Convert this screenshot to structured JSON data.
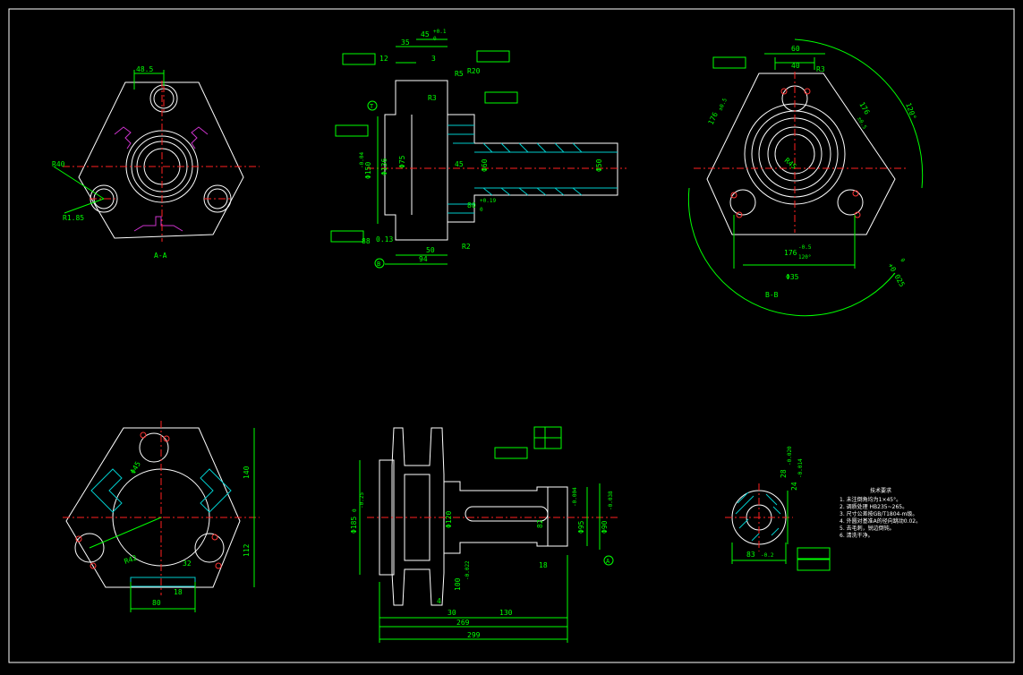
{
  "colors": {
    "background": "#000000",
    "frame": "#ffffff",
    "outline": "#ffffff",
    "dimension": "#00ff00",
    "center": "#ff2020",
    "hatch": "#00cccc",
    "thread": "#cc33cc",
    "hole": "#ff3333"
  },
  "view1": {
    "dim_top": "48.5",
    "dim_left": "R40",
    "dim_diag": "R1.85",
    "section_label": "A-A"
  },
  "view2": {
    "dims": [
      "35",
      "45",
      "+0.1",
      "0",
      "12",
      "3",
      "R5",
      "R20",
      "Φ75",
      "Φ136",
      "Φ150",
      "-0.04",
      "Φ60",
      "Φ50",
      "45",
      "80",
      "+0.19",
      "0",
      "88",
      "0.13",
      "50",
      "94",
      "R2",
      "R3"
    ],
    "datum": "B",
    "datum2": "T"
  },
  "view3": {
    "dims": [
      "60",
      "40",
      "R3",
      "R45",
      "176",
      "±0.5",
      "176",
      "±0.5",
      "176",
      "-0.5",
      "120°",
      "120°",
      "Φ35",
      "+0.025",
      "0"
    ],
    "section_label": "B-B"
  },
  "view4": {
    "dims": [
      "Φ45",
      "140",
      "112",
      "R42",
      "32",
      "18",
      "80"
    ]
  },
  "view5": {
    "dims": [
      "Φ185",
      "0",
      "-0.25",
      "Φ120",
      "100",
      "-0.022",
      "82",
      "18",
      "130",
      "30",
      "4",
      "269",
      "299",
      "Φ95",
      "-0.004",
      "Φ90",
      "-0.038"
    ],
    "datum": "A"
  },
  "view6": {
    "dims": [
      "83",
      "-0.2",
      "28",
      "-0.020",
      "24",
      "-0.014"
    ]
  },
  "notes": {
    "title": "技术要求",
    "lines": [
      "1. 未注倒角均为1×45°。",
      "2. 调质处理 HB235~265。",
      "3. 尺寸公差按GB/T1804-m级。",
      "4. 外圆对基准A的径向跳动0.02。",
      "5. 去毛刺，锐边倒钝。",
      "6. 清洗干净。"
    ]
  }
}
